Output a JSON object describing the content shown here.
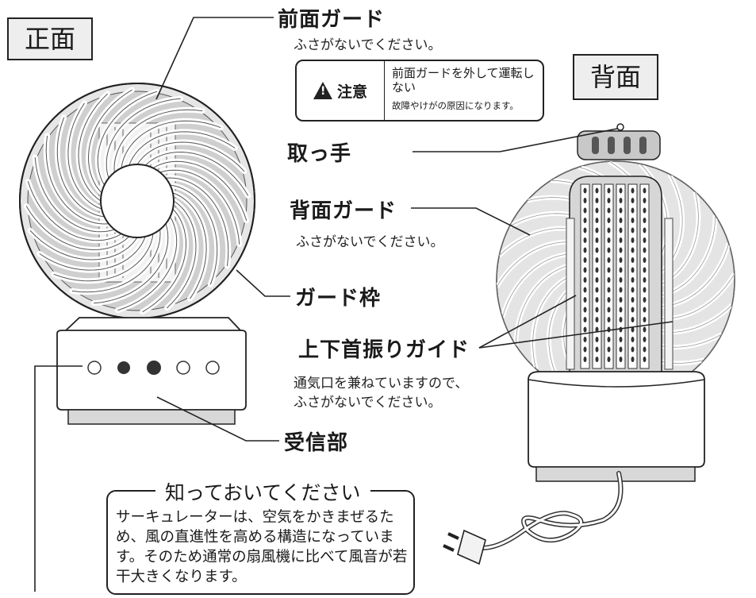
{
  "labels": {
    "front": "正面",
    "back": "背面",
    "front_guard": "前面ガード",
    "front_guard_note": "ふさがないでください。",
    "handle": "取っ手",
    "back_guard": "背面ガード",
    "back_guard_note": "ふさがないでください。",
    "guard_frame": "ガード枠",
    "tilt_guide": "上下首振りガイド",
    "vent_note_1": "通気口を兼ねていますので、",
    "vent_note_2": "ふさがないでください。",
    "receiver": "受信部"
  },
  "caution": {
    "head": "注意",
    "text": "前面ガードを外して運転しない",
    "subtext": "故障やけがの原因になります。"
  },
  "notice": {
    "title": "知っておいてください",
    "body": "サーキュレーターは、空気をかきまぜるため、風の直進性を高める構造になっています。そのため通常の扇風機に比べて風音が若干大きくなります。"
  },
  "colors": {
    "line": "#222222",
    "guard_gray": "#c8c8c8",
    "box_fill": "#eeeeee"
  }
}
